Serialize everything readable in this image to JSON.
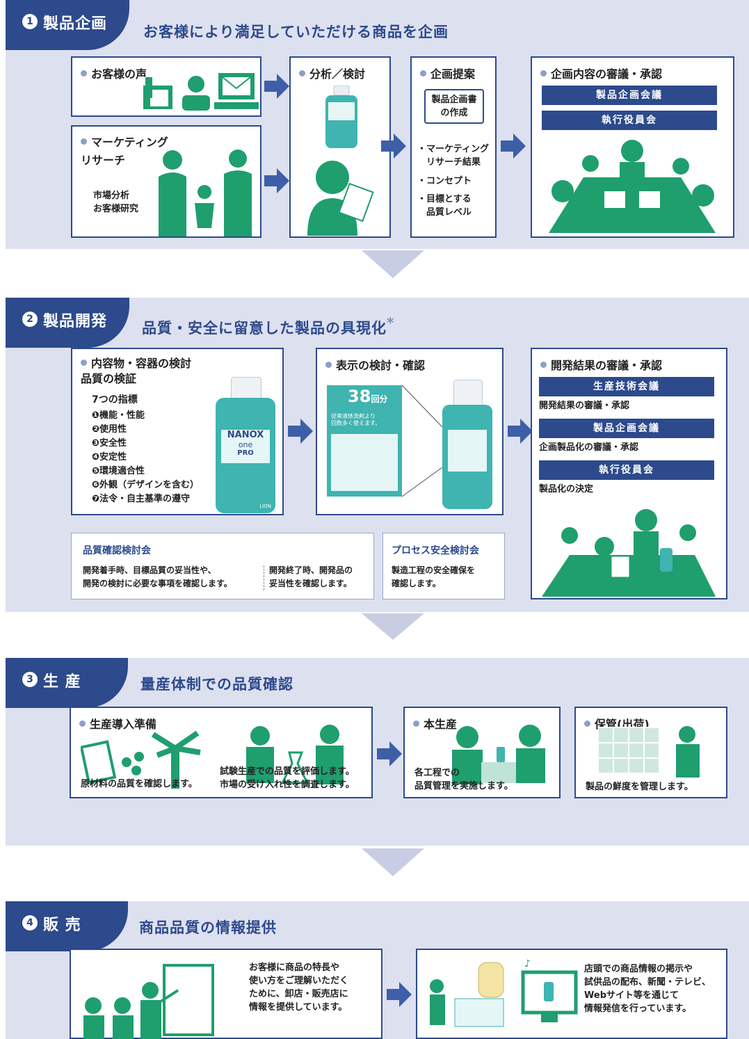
{
  "colors": {
    "navy": "#2c4a8c",
    "green": "#1f9e6e",
    "band": "#dde0ef",
    "teal": "#3fb4b0"
  },
  "s1": {
    "num": "1",
    "title": "製品企画",
    "headline": "お客様により満足していただける商品を企画",
    "voice": {
      "title": "お客様の声"
    },
    "research": {
      "title": "マーケティング\nリサーチ",
      "note": "市場分析\nお客様研究"
    },
    "analysis": {
      "title": "分析／検討"
    },
    "proposal": {
      "title": "企画提案",
      "box": "製品企画書\nの作成",
      "items": [
        "・マーケティング\n　リサーチ結果",
        "・コンセプト",
        "・目標とする\n　品質レベル"
      ]
    },
    "approval": {
      "title": "企画内容の審議・承認",
      "bars": [
        "製品企画会議",
        "執行役員会"
      ]
    }
  },
  "s2": {
    "num": "2",
    "title": "製品開発",
    "headline": "品質・安全に留意した製品の具現化",
    "asterisk": "*",
    "content": {
      "title": "内容物・容器の検討\n品質の検証",
      "subtitle": "7つの指標",
      "items": [
        "❶機能・性能",
        "❷使用性",
        "❸安全性",
        "❹安定性",
        "❺環境適合性",
        "❻外観（デザインを含む）",
        "❼法令・自主基準の遵守"
      ]
    },
    "label": {
      "title": "表示の検討・確認"
    },
    "dev": {
      "title": "開発結果の審議・承認",
      "bars": [
        {
          "name": "生産技術会議",
          "desc": "開発結果の審議・承認"
        },
        {
          "name": "製品企画会議",
          "desc": "企画製品化の審議・承認"
        },
        {
          "name": "執行役員会",
          "desc": "製品化の決定"
        }
      ]
    },
    "qc": {
      "title": "品質確認検討会",
      "left": "開発着手時、目標品質の妥当性や、\n開発の検討に必要な事項を確認します。",
      "right": "開発終了時、開発品の\n妥当性を確認します。"
    },
    "ps": {
      "title": "プロセス安全検討会",
      "text": "製造工程の安全確保を\n確認します。"
    }
  },
  "s3": {
    "num": "3",
    "title": "生 産",
    "headline": "量産体制での品質確認",
    "prep": {
      "title": "生産導入準備",
      "left": "原材料の品質を確認します。",
      "right": "試験生産での品質を評価します。\n市場の受け入れ性を調査します。"
    },
    "main": {
      "title": "本生産",
      "text": "各工程での\n品質管理を実施します。"
    },
    "store": {
      "title": "保管(出荷)",
      "text": "製品の鮮度を管理します。"
    }
  },
  "s4": {
    "num": "4",
    "title": "販 売",
    "headline": "商品品質の情報提供",
    "left": "お客様に商品の特長や\n使い方をご理解いただく\nために、卸店・販売店に\n情報を提供しています。",
    "right": "店頭での商品情報の掲示や\n試供品の配布、新聞・テレビ、\nWebサイト等を通じて\n情報発信を行っています。"
  },
  "product": {
    "brand": "NANOX",
    "sub": "one",
    "line": "PRO",
    "maker": "LION"
  },
  "label_sample": {
    "badge": "38",
    "badge_unit": "回分",
    "claim": "従来液体洗剤より\n回数多く使えます。"
  }
}
